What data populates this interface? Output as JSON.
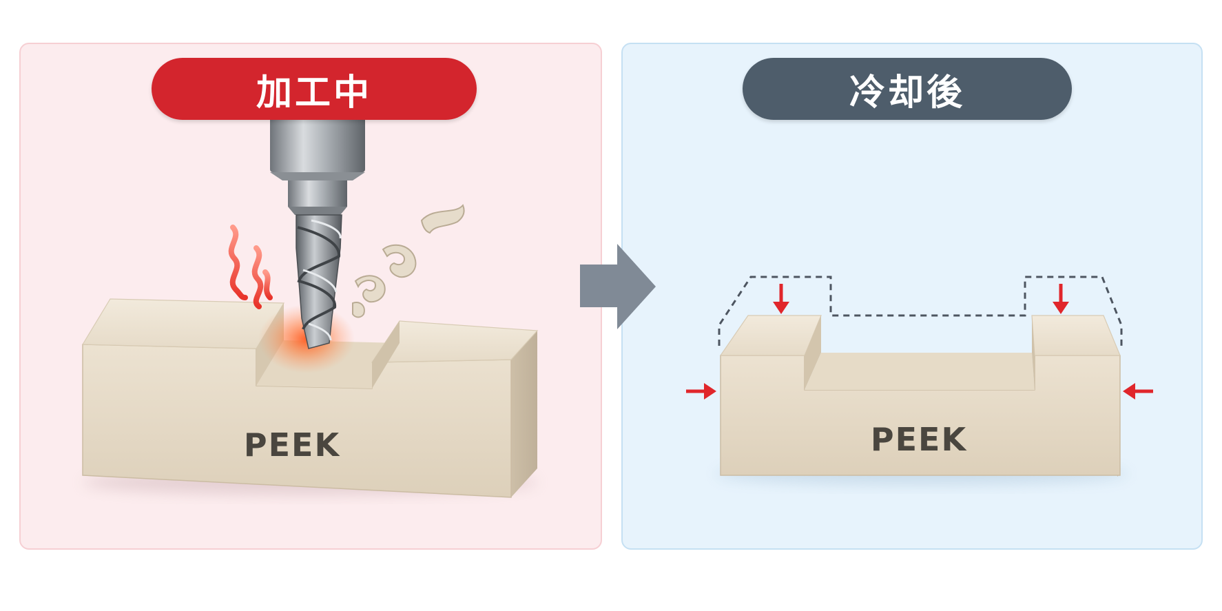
{
  "left_panel": {
    "label": "加工中",
    "material": "PEEK",
    "accent": "#d3252d",
    "background": "#fcecee"
  },
  "right_panel": {
    "label": "冷却後",
    "material": "PEEK",
    "accent": "#4e5d6b",
    "background": "#e7f3fc"
  },
  "arrow": {
    "icon": "arrow-right-icon",
    "color": "#808a96"
  },
  "colors": {
    "material": "#e3d6c2",
    "shrink_arrow": "#e0262b",
    "outline_dash": "#4d5560"
  }
}
